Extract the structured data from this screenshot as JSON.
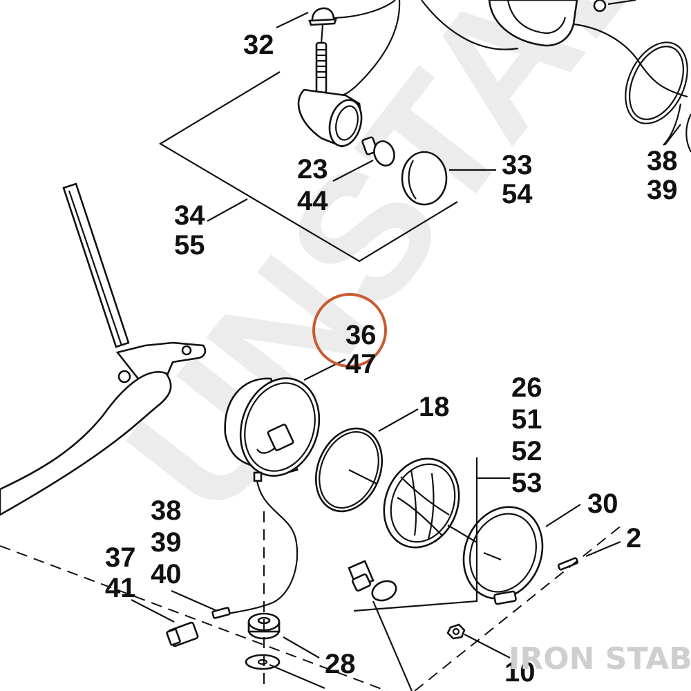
{
  "watermark": {
    "text": "UNSTABLE"
  },
  "brand": {
    "text": "IRON STABLE"
  },
  "highlight": {
    "color": "#c85a32",
    "target": "36"
  },
  "callouts": {
    "c32": "32",
    "c23": "23",
    "c44": "44",
    "c33": "33",
    "c54": "54",
    "c34": "34",
    "c55": "55",
    "c38t": "38",
    "c39t": "39",
    "c36": "36",
    "c47": "47",
    "c18": "18",
    "c26": "26",
    "c51": "51",
    "c52": "52",
    "c53": "53",
    "c30": "30",
    "c2": "2",
    "c38": "38",
    "c39": "39",
    "c40": "40",
    "c37": "37",
    "c41": "41",
    "c28": "28",
    "c10": "10"
  }
}
